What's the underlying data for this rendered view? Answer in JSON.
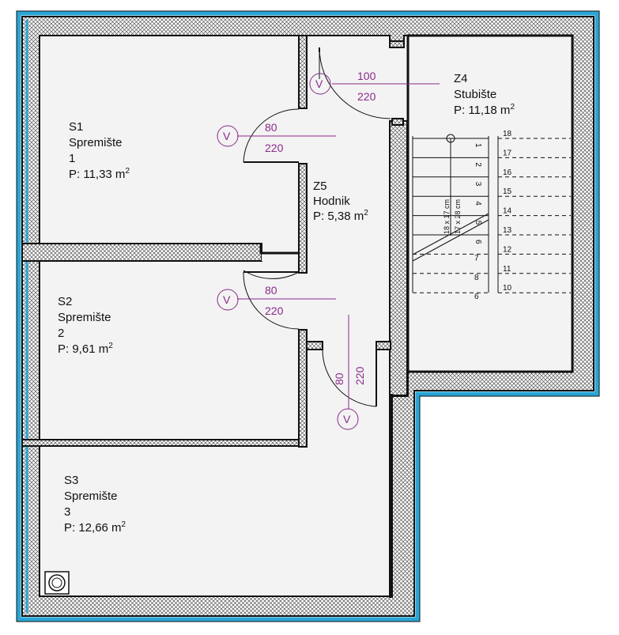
{
  "rooms": {
    "s1": {
      "code": "S1",
      "name": "Spremište",
      "number": "1",
      "area": "P: 11,33 m",
      "sup": "2"
    },
    "s2": {
      "code": "S2",
      "name": "Spremište",
      "number": "2",
      "area": "P: 9,61 m",
      "sup": "2"
    },
    "s3": {
      "code": "S3",
      "name": "Spremište",
      "number": "3",
      "area": "P: 12,66 m",
      "sup": "2"
    },
    "z4": {
      "code": "Z4",
      "name": "Stubište",
      "area": "P: 11,18 m",
      "sup": "2"
    },
    "z5": {
      "code": "Z5",
      "name": "Hodnik",
      "area": "P: 5,38 m",
      "sup": "2"
    }
  },
  "doors": {
    "d1": {
      "width": "100",
      "height": "220",
      "symbol": "V"
    },
    "d2": {
      "width": "80",
      "height": "220",
      "symbol": "V"
    },
    "d3": {
      "width": "80",
      "height": "220",
      "symbol": "V"
    },
    "d4": {
      "width": "80",
      "height": "220",
      "symbol": "V"
    }
  },
  "stairs": {
    "top_numbers": [
      "18",
      "17",
      "16",
      "15",
      "14",
      "13",
      "12",
      "11",
      "10"
    ],
    "inner_numbers": [
      "1",
      "2",
      "3",
      "4",
      "5",
      "6",
      "7",
      "8",
      "6"
    ],
    "dim_a": "18 x 17 cm",
    "dim_b": "17 x 28 cm"
  },
  "colors": {
    "wall": "#111111",
    "floor": "#f3f3f3",
    "insulation": "#29a6d6",
    "hatch": "#555555",
    "annotation": "#8b2a8b"
  }
}
